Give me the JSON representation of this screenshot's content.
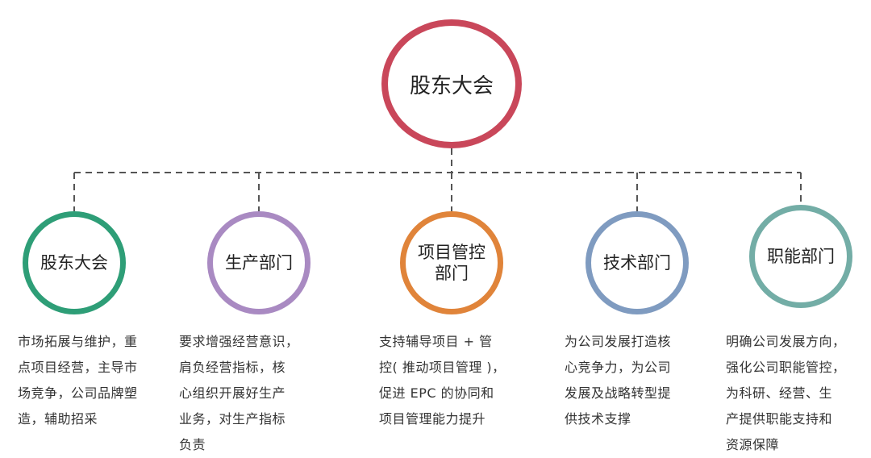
{
  "root": {
    "label": "股东大会",
    "color": "#c9475a"
  },
  "nodes": [
    {
      "label": "股东大会",
      "color": "#2e9e77",
      "description": "市场拓展与维护，重\n点项目经营，主导市\n场竞争，公司品牌塑\n造，辅助招采"
    },
    {
      "label": "生产部门",
      "color": "#a98ac2",
      "description": "要求增强经营意识，\n肩负经营指标，核\n心组织开展好生产\n业务，对生产指标\n负责"
    },
    {
      "label": "项目管控部门",
      "color": "#e0843a",
      "description": "支持辅导项目 + 管\n控( 推动项目管理 )，\n促进 EPC 的协同和\n项目管理能力提升"
    },
    {
      "label": "技术部门",
      "color": "#7f9bc0",
      "description": "为公司发展打造核\n心竞争力，为公司\n发展及战略转型提\n供技术支撑"
    },
    {
      "label": "职能部门",
      "color": "#73ada6",
      "description": "明确公司发展方向，\n强化公司职能管控，\n为科研、经营、生\n产提供职能支持和\n资源保障"
    }
  ],
  "connector_color": "#555555"
}
